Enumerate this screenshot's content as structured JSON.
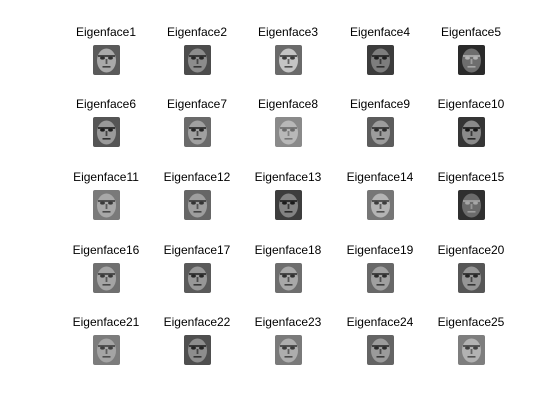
{
  "figure": {
    "background": "#ffffff",
    "panels": [
      {
        "title": "Eigenface1",
        "bg": "#5a5a5a",
        "face": "#a9a9a9",
        "feat": "#2e2e2e"
      },
      {
        "title": "Eigenface2",
        "bg": "#4c4c4c",
        "face": "#8c8c8c",
        "feat": "#262626"
      },
      {
        "title": "Eigenface3",
        "bg": "#6a6a6a",
        "face": "#c4c4c4",
        "feat": "#3a3a3a"
      },
      {
        "title": "Eigenface4",
        "bg": "#3c3c3c",
        "face": "#7d7d7d",
        "feat": "#1e1e1e"
      },
      {
        "title": "Eigenface5",
        "bg": "#2a2a2a",
        "face": "#6e6e6e",
        "feat": "#b4b4b4"
      },
      {
        "title": "Eigenface6",
        "bg": "#555555",
        "face": "#9a9a9a",
        "feat": "#1c1c1c"
      },
      {
        "title": "Eigenface7",
        "bg": "#6a6a6a",
        "face": "#a0a0a0",
        "feat": "#242424"
      },
      {
        "title": "Eigenface8",
        "bg": "#8a8a8a",
        "face": "#b8b8b8",
        "feat": "#6a6a6a"
      },
      {
        "title": "Eigenface9",
        "bg": "#5c5c5c",
        "face": "#9c9c9c",
        "feat": "#2a2a2a"
      },
      {
        "title": "Eigenface10",
        "bg": "#353535",
        "face": "#8a8a8a",
        "feat": "#161616"
      },
      {
        "title": "Eigenface11",
        "bg": "#7a7a7a",
        "face": "#a8a8a8",
        "feat": "#3a3a3a"
      },
      {
        "title": "Eigenface12",
        "bg": "#666666",
        "face": "#9e9e9e",
        "feat": "#343434"
      },
      {
        "title": "Eigenface13",
        "bg": "#3d3d3d",
        "face": "#838383",
        "feat": "#1a1a1a"
      },
      {
        "title": "Eigenface14",
        "bg": "#767676",
        "face": "#b4b4b4",
        "feat": "#3c3c3c"
      },
      {
        "title": "Eigenface15",
        "bg": "#2f2f2f",
        "face": "#6b6b6b",
        "feat": "#a6a6a6"
      },
      {
        "title": "Eigenface16",
        "bg": "#707070",
        "face": "#a4a4a4",
        "feat": "#383838"
      },
      {
        "title": "Eigenface17",
        "bg": "#5a5a5a",
        "face": "#979797",
        "feat": "#262626"
      },
      {
        "title": "Eigenface18",
        "bg": "#6e6e6e",
        "face": "#a8a8a8",
        "feat": "#303030"
      },
      {
        "title": "Eigenface19",
        "bg": "#686868",
        "face": "#a0a0a0",
        "feat": "#2c2c2c"
      },
      {
        "title": "Eigenface20",
        "bg": "#565656",
        "face": "#969696",
        "feat": "#242424"
      },
      {
        "title": "Eigenface21",
        "bg": "#7c7c7c",
        "face": "#a4a4a4",
        "feat": "#3e3e3e"
      },
      {
        "title": "Eigenface22",
        "bg": "#4f4f4f",
        "face": "#8d8d8d",
        "feat": "#232323"
      },
      {
        "title": "Eigenface23",
        "bg": "#7a7a7a",
        "face": "#adadad",
        "feat": "#3a3a3a"
      },
      {
        "title": "Eigenface24",
        "bg": "#646464",
        "face": "#9b9b9b",
        "feat": "#2a2a2a"
      },
      {
        "title": "Eigenface25",
        "bg": "#7e7e7e",
        "face": "#b2b2b2",
        "feat": "#404040"
      }
    ]
  }
}
